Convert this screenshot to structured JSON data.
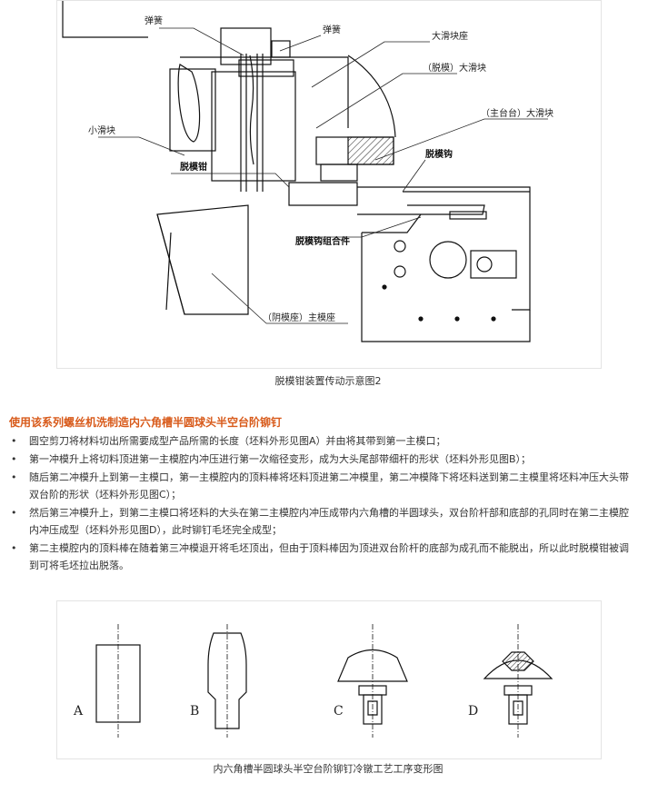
{
  "figure1": {
    "labels": {
      "spring_left": "弹簧",
      "spring_right": "弹簧",
      "big_slider_seat": "大滑块座",
      "ejector_big_slider": "（脱模）大滑块",
      "main_table_big_slider": "（主台台）大滑块",
      "small_slider": "小滑块",
      "ejector_pliers": "脱模钳",
      "ejector_hook": "脱模钩",
      "ejector_hook_assembly": "脱模钩组合件",
      "main_die_seat": "（阴模座）主模座"
    },
    "caption": "脱模钳装置传动示意图2"
  },
  "article": {
    "heading": "使用该系列螺丝机洗制造内六角槽半圆球头半空台阶铆钉",
    "bullet_glyph": "•",
    "paragraphs": [
      "圆空剪刀将材料切出所需要成型产品所需的长度（坯料外形见图A）并由将其带到第一主模口；",
      "第一冲模升上将切料顶进第一主模腔内冲压进行第一次缩径变形，成为大头尾部带细杆的形状（坯料外形见图B）；",
      "随后第二冲模升上到第一主模口，第一主模腔内的顶料棒将坯料顶进第二冲模里，第二冲模降下将坯料送到第二主模里将坯料冲压大头带双台阶的形状（坯料外形见图C）；",
      "然后第三冲模升上，到第二主模口将坯料的大头在第二主模腔内冲压成带内六角槽的半圆球头，双台阶杆部和底部的孔同时在第二主模腔内冲压成型（坯料外形见图D），此时铆钉毛坯完全成型；",
      "第二主模腔内的顶料棒在随着第三冲模退开将毛坯顶出，但由于顶料棒因为顶进双台阶杆的底部为成孔而不能脱出，所以此时脱模钳被调到可将毛坯拉出脱落。"
    ]
  },
  "figure2": {
    "stage_labels": [
      "A",
      "B",
      "C",
      "D"
    ],
    "caption": "内六角槽半圆球头半空台阶铆钉冷镦工艺工序变形图"
  }
}
